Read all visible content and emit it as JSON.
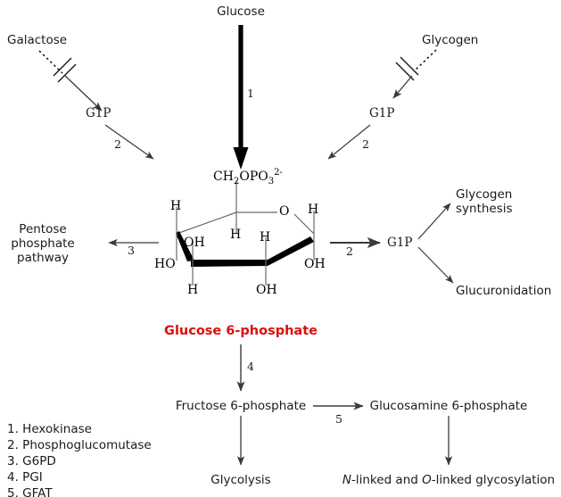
{
  "diagram": {
    "title_molecule": "Glucose 6-phosphate",
    "accent_color": "#dd0d0d",
    "line_color": "#3a3a3a",
    "nodes": {
      "glucose": "Glucose",
      "galactose": "Galactose",
      "glycogen": "Glycogen",
      "g1p_left": "G1P",
      "g1p_right": "G1P",
      "g1p_center": "G1P",
      "pentose_line1": "Pentose",
      "pentose_line2": "phosphate",
      "pentose_line3": "pathway",
      "glycogen_synth_line1": "Glycogen",
      "glycogen_synth_line2": "synthesis",
      "glucuronidation": "Glucuronidation",
      "fructose6p": "Fructose 6-phosphate",
      "glucosamine6p": "Glucosamine 6-phosphate",
      "glycolysis": "Glycolysis",
      "glycosylation_n": "N",
      "glycosylation_mid": "-linked and ",
      "glycosylation_o": "O",
      "glycosylation_end": "-linked glycosylation"
    },
    "structure": {
      "phosphate_group": "CH2OPO3",
      "phosphate_charge": "2-",
      "ring_oxygen": "O",
      "h_top_left": "H",
      "h_ring_c5": "H",
      "h_top_right": "H",
      "oh_c2_upper": "OH",
      "ho_c2": "HO",
      "h_c3_down": "H",
      "h_c4_up": "H",
      "oh_c4_down": "OH",
      "oh_c1": "OH"
    },
    "enzyme_numbers": {
      "hexokinase": "1",
      "pgm_left": "2",
      "pgm_right": "2",
      "pgm_center": "2",
      "g6pd": "3",
      "pgi": "4",
      "gfat": "5"
    },
    "legend": [
      "1. Hexokinase",
      "2. Phosphoglucomutase",
      "3. G6PD",
      "4. PGI",
      "5. GFAT"
    ]
  }
}
